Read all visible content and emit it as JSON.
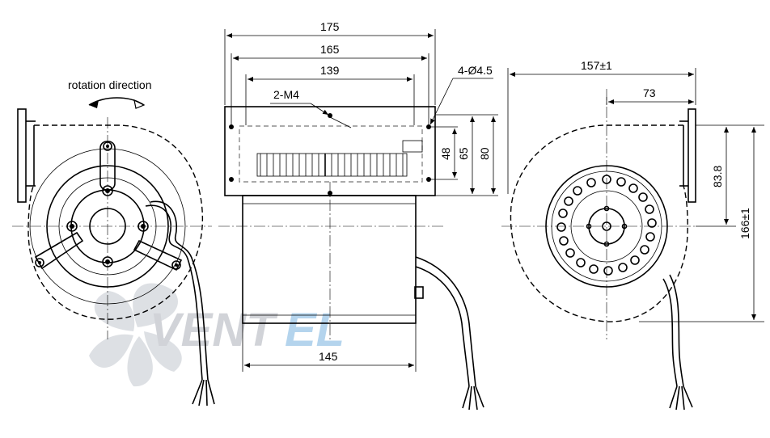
{
  "labels": {
    "rotation": "rotation direction",
    "dim_175": "175",
    "dim_165": "165",
    "dim_139": "139",
    "thread": "2-M4",
    "holes": "4-Ø4.5",
    "dim_48": "48",
    "dim_65": "65",
    "dim_80": "80",
    "dim_145": "145",
    "dim_157": "157±1",
    "dim_73": "73",
    "dim_83_8": "83.8",
    "dim_166": "166±1"
  },
  "watermark": {
    "part1": "VENT",
    "part2": "EL"
  },
  "colors": {
    "line": "#000000",
    "watermark_grey": "#d0d3d8",
    "watermark_blue": "#9ec6e8"
  }
}
